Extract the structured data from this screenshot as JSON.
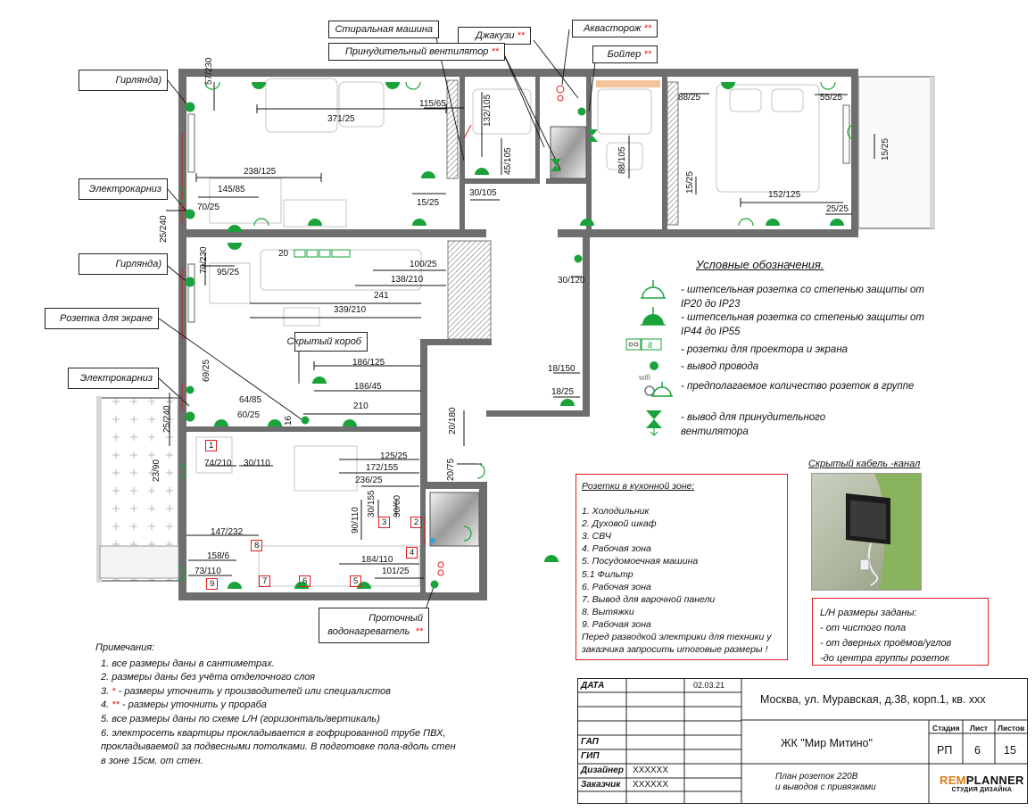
{
  "callouts": {
    "washing_machine": "Стиральная машина",
    "forced_fan": "Принудительный вентилятор",
    "jacuzzi": "Джакузи",
    "aquastorozh": "Аквасторож",
    "boiler": "Бойлер",
    "garland1": "Гирлянда)",
    "cornice1": "Электрокарниз",
    "garland2": "Гирлянда)",
    "screen_socket": "Розетка для экране",
    "cornice2": "Электрокарниз",
    "hidden_box": "Скрытый короб",
    "flow_heater_1": "Проточный",
    "flow_heater_2": "водонагреватель",
    "asterisk": "*",
    "double_asterisk": "**"
  },
  "dimensions": [
    "57/230",
    "371/25",
    "115/65",
    "132/105",
    "88/25",
    "55/25",
    "238/125",
    "145/85",
    "70/25",
    "45/105",
    "88/105",
    "15/25",
    "30/105",
    "15/25",
    "152/125",
    "25/25",
    "25/240",
    "70/230",
    "95/25",
    "20",
    "100/25",
    "138/210",
    "241",
    "339/210",
    "30/120",
    "186/125",
    "186/45",
    "18/150",
    "18/25",
    "69/25",
    "64/85",
    "60/25",
    "25/240",
    "210",
    "20/180",
    "16",
    "125/25",
    "172/155",
    "74/210",
    "30/110",
    "23/90",
    "236/25",
    "20/75",
    "90/110",
    "30/155",
    "30/60",
    "147/232",
    "184/110",
    "158/6",
    "101/25",
    "73/110",
    "15/25"
  ],
  "markers": [
    "1",
    "2",
    "3",
    "4",
    "5",
    "6",
    "7",
    "8",
    "9"
  ],
  "legend": {
    "title": "Условные обозначения.",
    "items": [
      "- штепсельная розетка со степенью защиты от IP20 до IP23",
      "- штепсельная розетка со степенью защиты от IP44 до IP55",
      "- розетки для проектора и экрана",
      "- вывод провода",
      "- предполагаемое количество розеток в группе",
      "- вывод для принудительного вентилятора"
    ],
    "it_label": "it",
    "wifi_label": "wifi"
  },
  "kitchen": {
    "title": "Розетки в кухонной зоне:",
    "items": [
      "1.  Холодильник",
      "2.  Духовой шкаф",
      "3.  СВЧ",
      "4.  Рабочая зона",
      "5.  Посудомоечная машина",
      "5.1 Фильтр",
      "6.  Рабочая зона",
      "7.  Вывод для варочной панели",
      "8.  Вытяжки",
      "9.  Рабочая зона"
    ],
    "footer": "Перед разводкой электрики для техники у заказчика запросить итоговые размеры !"
  },
  "cable": {
    "title": "Скрытый кабель -канал"
  },
  "lh_note": [
    "L/H размеры заданы:",
    "- от чистого пола",
    "- от дверных проёмов/углов",
    "-до центра группы розеток"
  ],
  "notes": {
    "title": "Примечания:",
    "items": [
      "1.  все размеры даны в сантиметрах.",
      "2.  размеры даны без учёта отделочного слоя",
      "3.",
      " - размеры уточнить у производителей или специалистов",
      "4.",
      " - размеры уточнить у прораба",
      "5.  все размеры даны по схеме L/H  (горизонталь/вертикаль)",
      "6.  электросеть квартиры прокладывается в гофрированной трубе ПВХ, прокладываемой за подвесными потолками. В подготовке пола-вдоль стен в зоне 15см. от стен."
    ]
  },
  "title_block": {
    "date_label": "ДАТА",
    "date": "02.03.21",
    "address": "Москва, ул. Муравская, д.38, корп.1, кв. ххх",
    "complex": "ЖК \"Мир Митино\"",
    "stage_label": "Стадия",
    "sheet_label": "Лист",
    "sheets_label": "Листов",
    "stage": "РП",
    "sheet": "6",
    "sheets": "15",
    "gap": "ГАП",
    "gip": "ГИП",
    "designer_label": "Дизайнер",
    "designer": "XXXXXX",
    "customer_label": "Заказчик",
    "customer": "XXXXXX",
    "plan_title_1": "План розеток 220В",
    "plan_title_2": "и выводов с привязками"
  },
  "logo": {
    "brand_a": "REM",
    "brand_b": "PLANNER",
    "sub": "СТУДИЯ ДИЗАЙНА"
  },
  "colors": {
    "accent_red": "#e0191b",
    "socket_green": "#1aa33a",
    "wall": "#6e6e6e"
  }
}
